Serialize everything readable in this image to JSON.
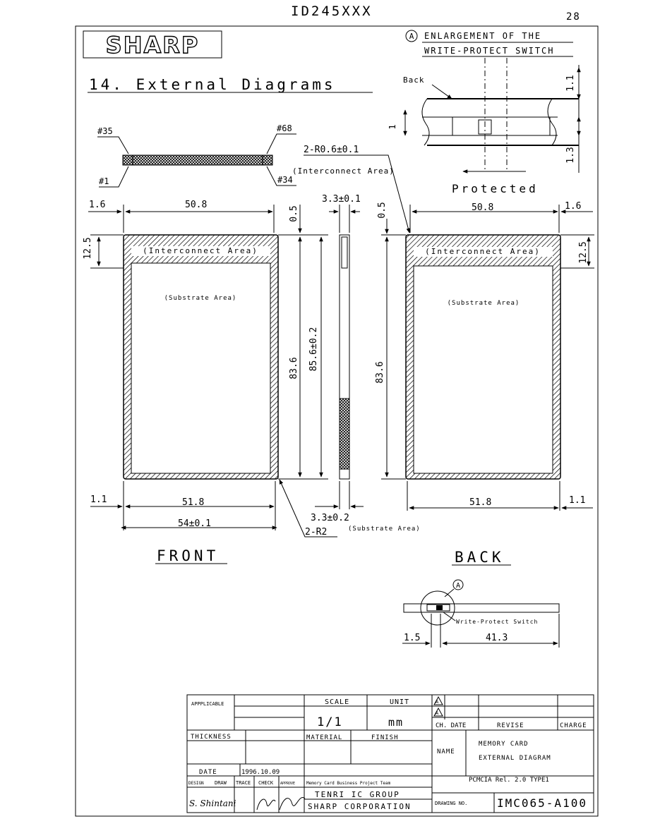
{
  "header": {
    "doc_number": "ID245XXX",
    "page_number": "28"
  },
  "logo": {
    "text": "SHARP"
  },
  "section_title": "14. External Diagrams",
  "enlargement": {
    "marker": "A",
    "title_line1": "ENLARGEMENT OF THE",
    "title_line2": "WRITE-PROTECT SWITCH",
    "back_label": "Back",
    "protected_label": "Protected",
    "dim_top": "1.1",
    "dim_mid": "1",
    "dim_bottom": "1.3"
  },
  "connector": {
    "pin_35": "#35",
    "pin_68": "#68",
    "pin_1": "#1",
    "pin_34": "#34"
  },
  "callouts": {
    "corner_radius": "2-R0.6±0.1",
    "interconnect_area_note": "(Interconnect Area)",
    "thickness_top": "3.3±0.1",
    "thickness_bottom": "3.3±0.2",
    "substrate_area_note": "(Substrate Area)",
    "corner_r2": "2-R2"
  },
  "front_view": {
    "label": "FRONT",
    "dim_1_6": "1.6",
    "dim_50_8": "50.8",
    "dim_0_5": "0.5",
    "dim_12_5": "12.5",
    "interconnect_area": "(Interconnect Area)",
    "substrate_area": "(Substrate Area)",
    "dim_83_6": "83.6",
    "dim_85_6": "85.6±0.2",
    "dim_1_1": "1.1",
    "dim_51_8": "51.8",
    "dim_54": "54±0.1"
  },
  "back_view": {
    "label": "BACK",
    "dim_0_5": "0.5",
    "dim_50_8": "50.8",
    "dim_1_6": "1.6",
    "dim_12_5": "12.5",
    "interconnect_area": "(Interconnect Area)",
    "substrate_area": "(Substrate Area)",
    "dim_83_6": "83.6",
    "dim_51_8": "51.8",
    "dim_1_1": "1.1"
  },
  "switch_view": {
    "marker": "A",
    "label": "Write-Protect Switch",
    "dim_1_5": "1.5",
    "dim_41_3": "41.3"
  },
  "title_block": {
    "applicable_label": "APPPLICABLE",
    "scale_label": "SCALE",
    "scale_value": "1/1",
    "unit_label": "UNIT",
    "unit_value": "mm",
    "rev_mark_1": "A",
    "rev_mark_2": "A",
    "ch_date_label": "CH. DATE",
    "revise_label": "REVISE",
    "charge_label": "CHARGE",
    "thickness_label": "THICKNESS",
    "material_label": "MATERIAL",
    "finish_label": "FINISH",
    "name_label": "NAME",
    "name_line1": "MEMORY CARD",
    "name_line2": "EXTERNAL DIAGRAM",
    "date_label": "DATE",
    "date_value": "1996.10.09",
    "design_label": "DESIGN",
    "draw_label": "DRAW",
    "trace_label": "TRACE",
    "check_label": "CHECK",
    "approve_label": "APPROVE",
    "team": "Memory Card Business Project Team",
    "spec": "PCMCIA Rel. 2.0 TYPE1",
    "group": "TENRI IC GROUP",
    "company": "SHARP CORPORATION",
    "drawing_no_label": "DRAWING NO.",
    "drawing_no": "IMC065-A100",
    "signature_design": "S. Shintani"
  }
}
